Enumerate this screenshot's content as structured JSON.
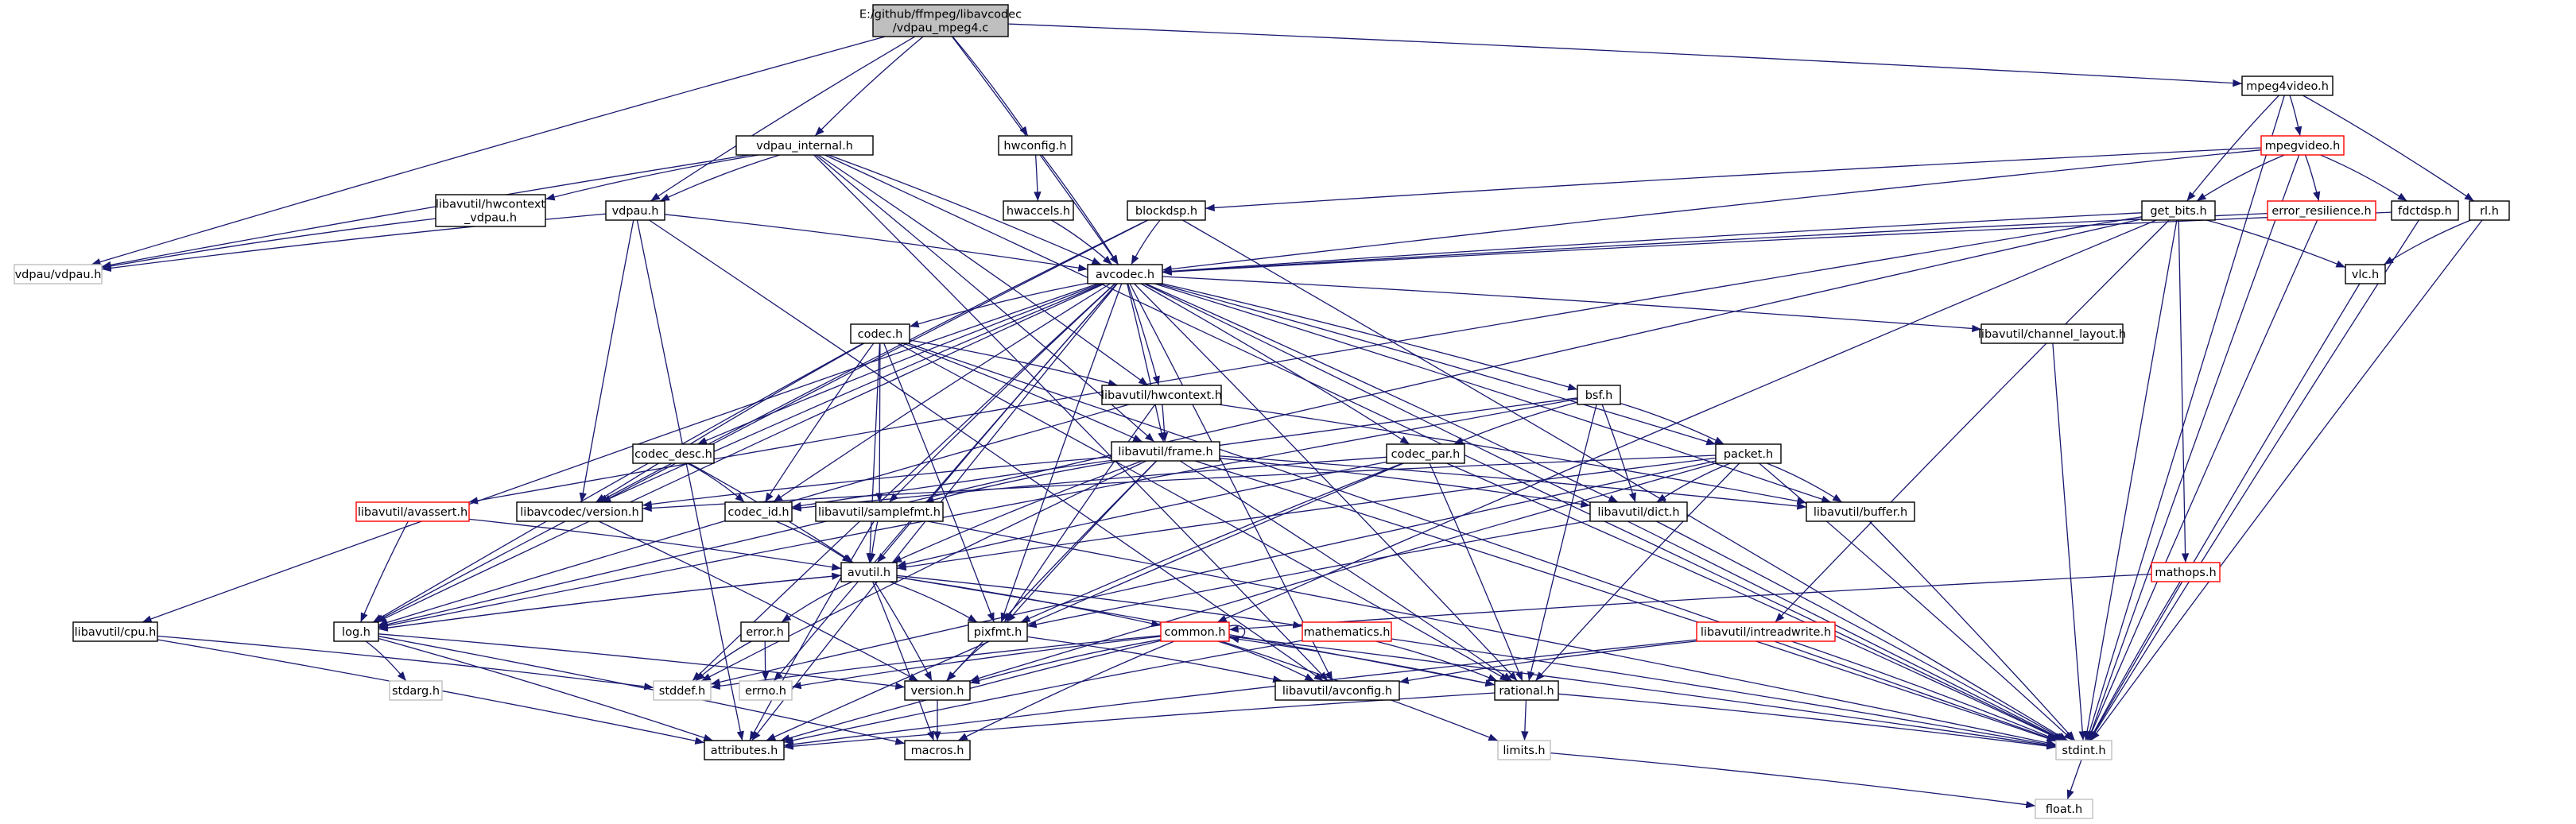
{
  "colors": {
    "edge": "#191970",
    "root_fill": "#bfbfbf",
    "node_fill": "#ffffff",
    "node_stroke": "#000000",
    "incomplete_stroke": "#ff0000",
    "system_stroke": "#bfbfbf"
  },
  "diagram": {
    "nodes": [
      {
        "id": "root",
        "lines": [
          "E:/github/ffmpeg/libavcodec",
          "/vdpau_mpeg4.c"
        ],
        "style": "root"
      },
      {
        "id": "mpeg4video_h",
        "lines": [
          "mpeg4video.h"
        ],
        "style": "normal"
      },
      {
        "id": "vdpau_internal_h",
        "lines": [
          "vdpau_internal.h"
        ],
        "style": "normal"
      },
      {
        "id": "hwconfig_h",
        "lines": [
          "hwconfig.h"
        ],
        "style": "normal"
      },
      {
        "id": "mpegvideo_h",
        "lines": [
          "mpegvideo.h"
        ],
        "style": "incomplete"
      },
      {
        "id": "libavutil_hwcontext_vdpau_h",
        "lines": [
          "libavutil/hwcontext",
          "_vdpau.h"
        ],
        "style": "normal"
      },
      {
        "id": "vdpau_h",
        "lines": [
          "vdpau.h"
        ],
        "style": "normal"
      },
      {
        "id": "hwaccels_h",
        "lines": [
          "hwaccels.h"
        ],
        "style": "normal"
      },
      {
        "id": "blockdsp_h",
        "lines": [
          "blockdsp.h"
        ],
        "style": "normal"
      },
      {
        "id": "get_bits_h",
        "lines": [
          "get_bits.h"
        ],
        "style": "normal"
      },
      {
        "id": "error_resilience_h",
        "lines": [
          "error_resilience.h"
        ],
        "style": "incomplete"
      },
      {
        "id": "fdctdsp_h",
        "lines": [
          "fdctdsp.h"
        ],
        "style": "normal"
      },
      {
        "id": "rl_h",
        "lines": [
          "rl.h"
        ],
        "style": "normal"
      },
      {
        "id": "vdpau_vdpau_h",
        "lines": [
          "vdpau/vdpau.h"
        ],
        "style": "system"
      },
      {
        "id": "avcodec_h",
        "lines": [
          "avcodec.h"
        ],
        "style": "normal"
      },
      {
        "id": "vlc_h",
        "lines": [
          "vlc.h"
        ],
        "style": "normal"
      },
      {
        "id": "libavutil_channel_layout_h",
        "lines": [
          "libavutil/channel_layout.h"
        ],
        "style": "normal"
      },
      {
        "id": "codec_h",
        "lines": [
          "codec.h"
        ],
        "style": "normal"
      },
      {
        "id": "libavutil_hwcontext_h",
        "lines": [
          "libavutil/hwcontext.h"
        ],
        "style": "normal"
      },
      {
        "id": "bsf_h",
        "lines": [
          "bsf.h"
        ],
        "style": "normal"
      },
      {
        "id": "libavutil_frame_h",
        "lines": [
          "libavutil/frame.h"
        ],
        "style": "normal"
      },
      {
        "id": "codec_desc_h",
        "lines": [
          "codec_desc.h"
        ],
        "style": "normal"
      },
      {
        "id": "codec_par_h",
        "lines": [
          "codec_par.h"
        ],
        "style": "normal"
      },
      {
        "id": "packet_h",
        "lines": [
          "packet.h"
        ],
        "style": "normal"
      },
      {
        "id": "libavutil_avassert_h",
        "lines": [
          "libavutil/avassert.h"
        ],
        "style": "incomplete"
      },
      {
        "id": "libavcodec_version_h",
        "lines": [
          "libavcodec/version.h"
        ],
        "style": "normal"
      },
      {
        "id": "codec_id_h",
        "lines": [
          "codec_id.h"
        ],
        "style": "normal"
      },
      {
        "id": "libavutil_samplefmt_h",
        "lines": [
          "libavutil/samplefmt.h"
        ],
        "style": "normal"
      },
      {
        "id": "libavutil_dict_h",
        "lines": [
          "libavutil/dict.h"
        ],
        "style": "normal"
      },
      {
        "id": "libavutil_buffer_h",
        "lines": [
          "libavutil/buffer.h"
        ],
        "style": "normal"
      },
      {
        "id": "mathops_h",
        "lines": [
          "mathops.h"
        ],
        "style": "incomplete"
      },
      {
        "id": "avutil_h",
        "lines": [
          "avutil.h"
        ],
        "style": "normal"
      },
      {
        "id": "libavutil_cpu_h",
        "lines": [
          "libavutil/cpu.h"
        ],
        "style": "normal"
      },
      {
        "id": "log_h",
        "lines": [
          "log.h"
        ],
        "style": "normal"
      },
      {
        "id": "error_h",
        "lines": [
          "error.h"
        ],
        "style": "normal"
      },
      {
        "id": "pixfmt_h",
        "lines": [
          "pixfmt.h"
        ],
        "style": "normal"
      },
      {
        "id": "common_h",
        "lines": [
          "common.h"
        ],
        "style": "incomplete"
      },
      {
        "id": "mathematics_h",
        "lines": [
          "mathematics.h"
        ],
        "style": "incomplete"
      },
      {
        "id": "libavutil_intreadwrite_h",
        "lines": [
          "libavutil/intreadwrite.h"
        ],
        "style": "incomplete"
      },
      {
        "id": "stdarg_h",
        "lines": [
          "stdarg.h"
        ],
        "style": "system"
      },
      {
        "id": "stddef_h",
        "lines": [
          "stddef.h"
        ],
        "style": "system"
      },
      {
        "id": "errno_h",
        "lines": [
          "errno.h"
        ],
        "style": "system"
      },
      {
        "id": "version_h",
        "lines": [
          "version.h"
        ],
        "style": "normal"
      },
      {
        "id": "libavutil_avconfig_h",
        "lines": [
          "libavutil/avconfig.h"
        ],
        "style": "normal"
      },
      {
        "id": "rational_h",
        "lines": [
          "rational.h"
        ],
        "style": "normal"
      },
      {
        "id": "attributes_h",
        "lines": [
          "attributes.h"
        ],
        "style": "normal"
      },
      {
        "id": "macros_h",
        "lines": [
          "macros.h"
        ],
        "style": "normal"
      },
      {
        "id": "limits_h",
        "lines": [
          "limits.h"
        ],
        "style": "system"
      },
      {
        "id": "stdint_h",
        "lines": [
          "stdint.h"
        ],
        "style": "system"
      },
      {
        "id": "float_h",
        "lines": [
          "float.h"
        ],
        "style": "system"
      }
    ],
    "edges": [
      [
        "root",
        "mpeg4video_h"
      ],
      [
        "root",
        "vdpau_internal_h"
      ],
      [
        "root",
        "hwconfig_h"
      ],
      [
        "root",
        "vdpau_h"
      ],
      [
        "root",
        "vdpau_vdpau_h"
      ],
      [
        "root",
        "avcodec_h"
      ],
      [
        "mpeg4video_h",
        "mpegvideo_h"
      ],
      [
        "mpeg4video_h",
        "get_bits_h"
      ],
      [
        "mpeg4video_h",
        "rl_h"
      ],
      [
        "mpeg4video_h",
        "stdint_h"
      ],
      [
        "vdpau_internal_h",
        "libavutil_hwcontext_vdpau_h"
      ],
      [
        "vdpau_internal_h",
        "vdpau_h"
      ],
      [
        "vdpau_internal_h",
        "vdpau_vdpau_h"
      ],
      [
        "vdpau_internal_h",
        "avcodec_h"
      ],
      [
        "vdpau_internal_h",
        "libavutil_frame_h"
      ],
      [
        "vdpau_internal_h",
        "libavutil_hwcontext_h"
      ],
      [
        "vdpau_internal_h",
        "stdint_h"
      ],
      [
        "vdpau_internal_h",
        "libavutil_avconfig_h"
      ],
      [
        "hwconfig_h",
        "hwaccels_h"
      ],
      [
        "hwconfig_h",
        "avcodec_h"
      ],
      [
        "hwaccels_h",
        "avcodec_h"
      ],
      [
        "libavutil_hwcontext_vdpau_h",
        "vdpau_vdpau_h"
      ],
      [
        "vdpau_h",
        "vdpau_vdpau_h"
      ],
      [
        "vdpau_h",
        "avcodec_h"
      ],
      [
        "vdpau_h",
        "libavutil_avconfig_h"
      ],
      [
        "vdpau_h",
        "attributes_h"
      ],
      [
        "vdpau_h",
        "libavcodec_version_h"
      ],
      [
        "mpegvideo_h",
        "blockdsp_h"
      ],
      [
        "mpegvideo_h",
        "get_bits_h"
      ],
      [
        "mpegvideo_h",
        "error_resilience_h"
      ],
      [
        "mpegvideo_h",
        "fdctdsp_h"
      ],
      [
        "mpegvideo_h",
        "avcodec_h"
      ],
      [
        "mpegvideo_h",
        "float_h"
      ],
      [
        "blockdsp_h",
        "avcodec_h"
      ],
      [
        "blockdsp_h",
        "stdint_h"
      ],
      [
        "blockdsp_h",
        "libavcodec_version_h"
      ],
      [
        "blockdsp_h",
        "log_h"
      ],
      [
        "get_bits_h",
        "avcodec_h"
      ],
      [
        "get_bits_h",
        "vlc_h"
      ],
      [
        "get_bits_h",
        "mathops_h"
      ],
      [
        "get_bits_h",
        "stdint_h"
      ],
      [
        "get_bits_h",
        "libavutil_intreadwrite_h"
      ],
      [
        "get_bits_h",
        "common_h"
      ],
      [
        "get_bits_h",
        "log_h"
      ],
      [
        "get_bits_h",
        "libavutil_avassert_h"
      ],
      [
        "error_resilience_h",
        "avcodec_h"
      ],
      [
        "error_resilience_h",
        "stdint_h"
      ],
      [
        "fdctdsp_h",
        "avcodec_h"
      ],
      [
        "fdctdsp_h",
        "stdint_h"
      ],
      [
        "rl_h",
        "vlc_h"
      ],
      [
        "rl_h",
        "stdint_h"
      ],
      [
        "vlc_h",
        "stdint_h"
      ],
      [
        "avcodec_h",
        "libavutil_channel_layout_h"
      ],
      [
        "avcodec_h",
        "codec_h"
      ],
      [
        "avcodec_h",
        "libavutil_hwcontext_h"
      ],
      [
        "avcodec_h",
        "bsf_h"
      ],
      [
        "avcodec_h",
        "libavutil_frame_h"
      ],
      [
        "avcodec_h",
        "codec_desc_h"
      ],
      [
        "avcodec_h",
        "codec_par_h"
      ],
      [
        "avcodec_h",
        "packet_h"
      ],
      [
        "avcodec_h",
        "libavcodec_version_h"
      ],
      [
        "avcodec_h",
        "codec_id_h"
      ],
      [
        "avcodec_h",
        "libavutil_samplefmt_h"
      ],
      [
        "avcodec_h",
        "libavutil_dict_h"
      ],
      [
        "avcodec_h",
        "libavutil_buffer_h"
      ],
      [
        "avcodec_h",
        "avutil_h"
      ],
      [
        "avcodec_h",
        "libavutil_cpu_h"
      ],
      [
        "avcodec_h",
        "log_h"
      ],
      [
        "avcodec_h",
        "pixfmt_h"
      ],
      [
        "avcodec_h",
        "rational_h"
      ],
      [
        "avcodec_h",
        "attributes_h"
      ],
      [
        "avcodec_h",
        "libavutil_avconfig_h"
      ],
      [
        "avcodec_h",
        "stdint_h"
      ],
      [
        "avcodec_h",
        "stddef_h"
      ],
      [
        "avcodec_h",
        "errno_h"
      ],
      [
        "libavutil_channel_layout_h",
        "stdint_h"
      ],
      [
        "codec_h",
        "libavutil_hwcontext_h"
      ],
      [
        "codec_h",
        "libavutil_frame_h"
      ],
      [
        "codec_h",
        "codec_id_h"
      ],
      [
        "codec_h",
        "libavcodec_version_h"
      ],
      [
        "codec_h",
        "libavutil_samplefmt_h"
      ],
      [
        "codec_h",
        "avutil_h"
      ],
      [
        "codec_h",
        "log_h"
      ],
      [
        "codec_h",
        "pixfmt_h"
      ],
      [
        "codec_h",
        "rational_h"
      ],
      [
        "codec_h",
        "stdint_h"
      ],
      [
        "libavutil_hwcontext_h",
        "libavutil_frame_h"
      ],
      [
        "libavutil_hwcontext_h",
        "libavutil_buffer_h"
      ],
      [
        "libavutil_hwcontext_h",
        "pixfmt_h"
      ],
      [
        "libavutil_hwcontext_h",
        "log_h"
      ],
      [
        "bsf_h",
        "codec_par_h"
      ],
      [
        "bsf_h",
        "packet_h"
      ],
      [
        "bsf_h",
        "libavutil_dict_h"
      ],
      [
        "bsf_h",
        "codec_id_h"
      ],
      [
        "bsf_h",
        "log_h"
      ],
      [
        "bsf_h",
        "rational_h"
      ],
      [
        "libavutil_frame_h",
        "libavutil_buffer_h"
      ],
      [
        "libavutil_frame_h",
        "libavutil_dict_h"
      ],
      [
        "libavutil_frame_h",
        "libavutil_samplefmt_h"
      ],
      [
        "libavutil_frame_h",
        "avutil_h"
      ],
      [
        "libavutil_frame_h",
        "pixfmt_h"
      ],
      [
        "libavutil_frame_h",
        "rational_h"
      ],
      [
        "libavutil_frame_h",
        "version_h"
      ],
      [
        "libavutil_frame_h",
        "stddef_h"
      ],
      [
        "libavutil_frame_h",
        "stdint_h"
      ],
      [
        "libavutil_frame_h",
        "libavcodec_version_h"
      ],
      [
        "codec_desc_h",
        "codec_id_h"
      ],
      [
        "codec_desc_h",
        "avutil_h"
      ],
      [
        "codec_par_h",
        "codec_id_h"
      ],
      [
        "codec_par_h",
        "avutil_h"
      ],
      [
        "codec_par_h",
        "pixfmt_h"
      ],
      [
        "codec_par_h",
        "rational_h"
      ],
      [
        "codec_par_h",
        "stdint_h"
      ],
      [
        "codec_par_h",
        "attributes_h"
      ],
      [
        "packet_h",
        "libavutil_buffer_h"
      ],
      [
        "packet_h",
        "libavutil_dict_h"
      ],
      [
        "packet_h",
        "avutil_h"
      ],
      [
        "packet_h",
        "rational_h"
      ],
      [
        "packet_h",
        "stddef_h"
      ],
      [
        "packet_h",
        "stdint_h"
      ],
      [
        "packet_h",
        "version_h"
      ],
      [
        "packet_h",
        "libavcodec_version_h"
      ],
      [
        "libavutil_avassert_h",
        "log_h"
      ],
      [
        "libavutil_avassert_h",
        "avutil_h"
      ],
      [
        "libavcodec_version_h",
        "version_h"
      ],
      [
        "codec_id_h",
        "avutil_h"
      ],
      [
        "libavutil_samplefmt_h",
        "avutil_h"
      ],
      [
        "libavutil_samplefmt_h",
        "attributes_h"
      ],
      [
        "libavutil_samplefmt_h",
        "stdint_h"
      ],
      [
        "libavutil_dict_h",
        "stdint_h"
      ],
      [
        "libavutil_dict_h",
        "pixfmt_h"
      ],
      [
        "libavutil_buffer_h",
        "stdint_h"
      ],
      [
        "mathops_h",
        "common_h"
      ],
      [
        "mathops_h",
        "stdint_h"
      ],
      [
        "avutil_h",
        "log_h"
      ],
      [
        "avutil_h",
        "pixfmt_h"
      ],
      [
        "avutil_h",
        "common_h"
      ],
      [
        "avutil_h",
        "mathematics_h"
      ],
      [
        "avutil_h",
        "error_h"
      ],
      [
        "avutil_h",
        "version_h"
      ],
      [
        "avutil_h",
        "macros_h"
      ],
      [
        "avutil_h",
        "rational_h"
      ],
      [
        "libavutil_cpu_h",
        "attributes_h"
      ],
      [
        "libavutil_cpu_h",
        "stddef_h"
      ],
      [
        "log_h",
        "avutil_h"
      ],
      [
        "log_h",
        "attributes_h"
      ],
      [
        "log_h",
        "version_h"
      ],
      [
        "log_h",
        "stdarg_h"
      ],
      [
        "log_h",
        "macros_h"
      ],
      [
        "error_h",
        "stddef_h"
      ],
      [
        "error_h",
        "errno_h"
      ],
      [
        "pixfmt_h",
        "version_h"
      ],
      [
        "pixfmt_h",
        "libavutil_avconfig_h"
      ],
      [
        "common_h",
        "common_h"
      ],
      [
        "common_h",
        "attributes_h"
      ],
      [
        "common_h",
        "macros_h"
      ],
      [
        "common_h",
        "version_h"
      ],
      [
        "common_h",
        "libavutil_avconfig_h"
      ],
      [
        "common_h",
        "stdint_h"
      ],
      [
        "common_h",
        "limits_h"
      ],
      [
        "common_h",
        "errno_h"
      ],
      [
        "common_h",
        "rational_h"
      ],
      [
        "common_h",
        "stddef_h"
      ],
      [
        "mathematics_h",
        "rational_h"
      ],
      [
        "mathematics_h",
        "attributes_h"
      ],
      [
        "mathematics_h",
        "stdint_h"
      ],
      [
        "libavutil_intreadwrite_h",
        "libavutil_avconfig_h"
      ],
      [
        "libavutil_intreadwrite_h",
        "attributes_h"
      ],
      [
        "libavutil_intreadwrite_h",
        "stdint_h"
      ],
      [
        "version_h",
        "macros_h"
      ],
      [
        "rational_h",
        "attributes_h"
      ],
      [
        "rational_h",
        "limits_h"
      ],
      [
        "rational_h",
        "stdint_h"
      ],
      [
        "limits_h",
        "float_h"
      ]
    ]
  }
}
